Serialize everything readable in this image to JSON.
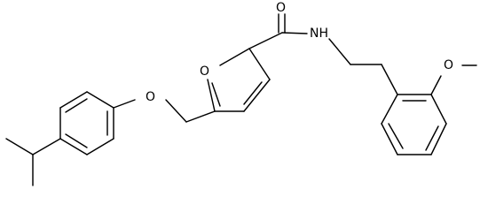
{
  "molecule": {
    "atoms": {
      "carbonyl_oxygen": "O",
      "amide_nitrogen": "NH",
      "furan_oxygen": "O",
      "ether_oxygen": "O",
      "methoxy_oxygen": "O"
    },
    "colors": {
      "bond": "#000000",
      "label": "#000000",
      "background": "#ffffff"
    }
  }
}
